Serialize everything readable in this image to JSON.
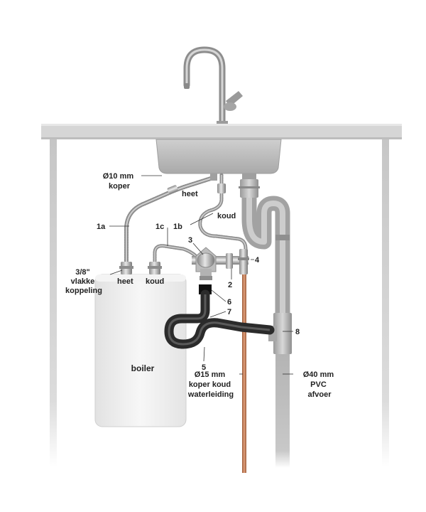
{
  "labels": {
    "pipe_10mm": [
      "Ø10 mm",
      "koper"
    ],
    "heet_top": "heet",
    "koud_top": "koud",
    "n1a": "1a",
    "n1c": "1c",
    "n1b": "1b",
    "n3": "3",
    "n4": "4",
    "n2": "2",
    "coupling": [
      "3/8\"",
      "vlakke",
      "koppeling"
    ],
    "heet_boiler": "heet",
    "koud_boiler": "koud",
    "n6": "6",
    "n7": "7",
    "n8": "8",
    "n5": "5",
    "boiler": "boiler",
    "copper_15mm": [
      "Ø15 mm",
      "koper koud",
      "waterleiding"
    ],
    "pvc_40mm": [
      "Ø40 mm",
      "PVC",
      "afvoer"
    ]
  },
  "colors": {
    "counter": "#d6d6d6",
    "cabinet": "#c9c9c9",
    "sink": "#b9b9b9",
    "boiler": "#efefef",
    "braided_hose": "#9a9a9a",
    "copper": "#c77a52",
    "pvc": "#b4b4b4",
    "black_hose": "#2b2b2b"
  }
}
